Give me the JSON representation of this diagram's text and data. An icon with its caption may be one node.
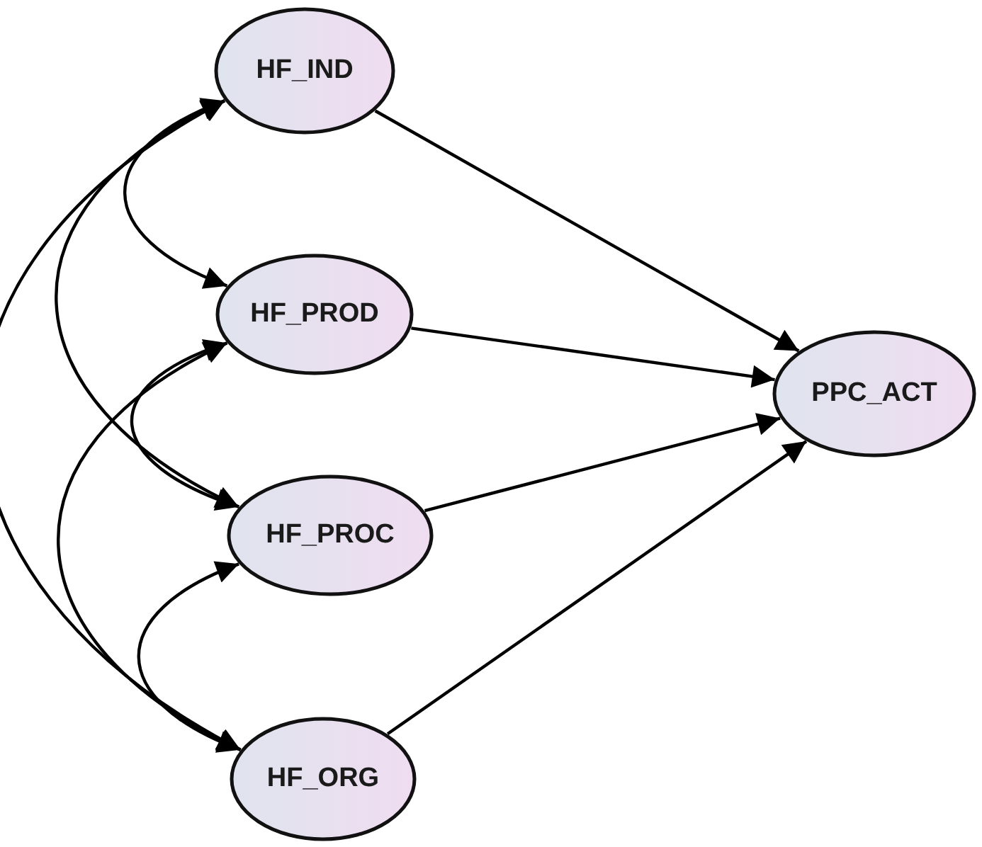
{
  "diagram": {
    "nodes": [
      {
        "text": [
          "HF_IND"
        ]
      },
      {
        "text": [
          "HF_PROD"
        ]
      },
      {
        "text": [
          "HF_PROC"
        ]
      },
      {
        "text": [
          "HF_ORG"
        ]
      },
      {
        "text": [
          "PPC_ACT"
        ]
      }
    ],
    "edges": [
      {
        "from": 0,
        "to": 4,
        "arrow": "to"
      },
      {
        "from": 1,
        "to": 4,
        "arrow": "to"
      },
      {
        "from": 2,
        "to": 4,
        "arrow": "to"
      },
      {
        "from": 3,
        "to": 4,
        "arrow": "to"
      },
      {
        "from": 0,
        "to": 1,
        "arrow": "both"
      },
      {
        "from": 0,
        "to": 2,
        "arrow": "both"
      },
      {
        "from": 0,
        "to": 3,
        "arrow": "both"
      },
      {
        "from": 1,
        "to": 2,
        "arrow": "both"
      },
      {
        "from": 1,
        "to": 3,
        "arrow": "both"
      },
      {
        "from": 2,
        "to": 3,
        "arrow": "both"
      }
    ]
  }
}
